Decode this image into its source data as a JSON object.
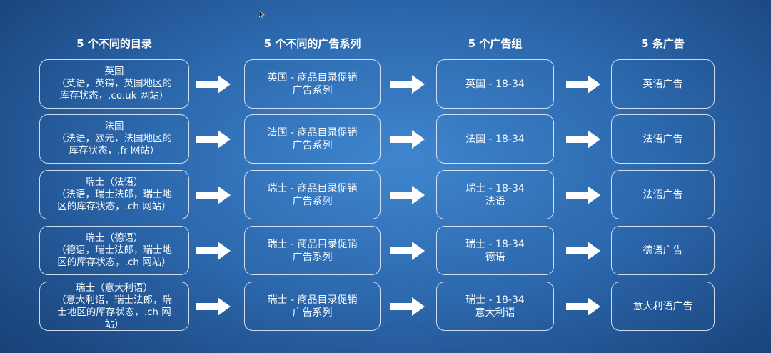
{
  "headers": [
    "5 个不同的目录",
    "5 个不同的广告系列",
    "5 个广告组",
    "5 条广告"
  ],
  "rows": [
    {
      "catalog": "英国\n（英语，英镑，英国地区的\n库存状态，.co.uk 网站）",
      "campaign": "英国 - 商品目录促销\n广告系列",
      "adset": "英国 - 18-34",
      "ad": "英语广告"
    },
    {
      "catalog": "法国\n（法语，欧元，法国地区的\n库存状态，.fr 网站）",
      "campaign": "法国 - 商品目录促销\n广告系列",
      "adset": "法国 - 18-34",
      "ad": "法语广告"
    },
    {
      "catalog": "瑞士（法语）\n（法语，瑞士法郎，瑞士地\n区的库存状态，.ch 网站）",
      "campaign": "瑞士 - 商品目录促销\n广告系列",
      "adset": "瑞士 - 18-34\n法语",
      "ad": "法语广告"
    },
    {
      "catalog": "瑞士（德语）\n（德语，瑞士法郎，瑞士地\n区的库存状态，.ch 网站）",
      "campaign": "瑞士 - 商品目录促销\n广告系列",
      "adset": "瑞士 - 18-34\n德语",
      "ad": "德语广告"
    },
    {
      "catalog": "瑞士（意大利语）\n（意大利语，瑞士法郎，瑞\n士地区的库存状态，.ch 网\n站）",
      "campaign": "瑞士 - 商品目录促销\n广告系列",
      "adset": "瑞士 - 18-34\n意大利语",
      "ad": "意大利语广告"
    }
  ]
}
